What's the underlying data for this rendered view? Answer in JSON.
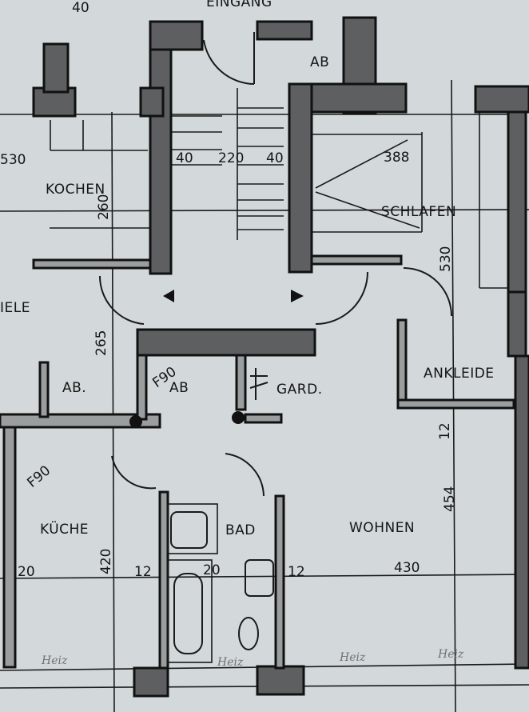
{
  "drawing": {
    "entrance_label": "EINGANG",
    "rooms": {
      "storage_top": "AB",
      "kochen": "KOCHEN",
      "schlafen": "SCHLAFEN",
      "diele_partial": "IELE",
      "storage_left": "AB.",
      "storage_center": "AB",
      "garderobe": "GARD.",
      "ankleide": "ANKLEIDE",
      "kueche": "KÜCHE",
      "bad": "BAD",
      "wohnen": "WOHNEN"
    },
    "dimensions": {
      "top_40": "40",
      "left_530": "530",
      "kochen_260": "260",
      "stair_40a": "40",
      "stair_220": "220",
      "stair_40b": "40",
      "schlafen_388": "388",
      "right_530": "530",
      "hall_265": "265",
      "door_f90_center": "F90",
      "right_12": "12",
      "door_f90_kueche": "F90",
      "wohnen_454": "454",
      "kueche_420": "420",
      "left_20": "20",
      "bad_12a": "12",
      "bad_20": "20",
      "bad_12b": "12",
      "wohnen_430": "430"
    },
    "pencil_notes": [
      "Heiz",
      "Heiz",
      "Heiz",
      "Heiz"
    ],
    "colors": {
      "paper": "#d3d9da",
      "ink": "#111111",
      "wall_fill": "#5d5f60"
    }
  }
}
